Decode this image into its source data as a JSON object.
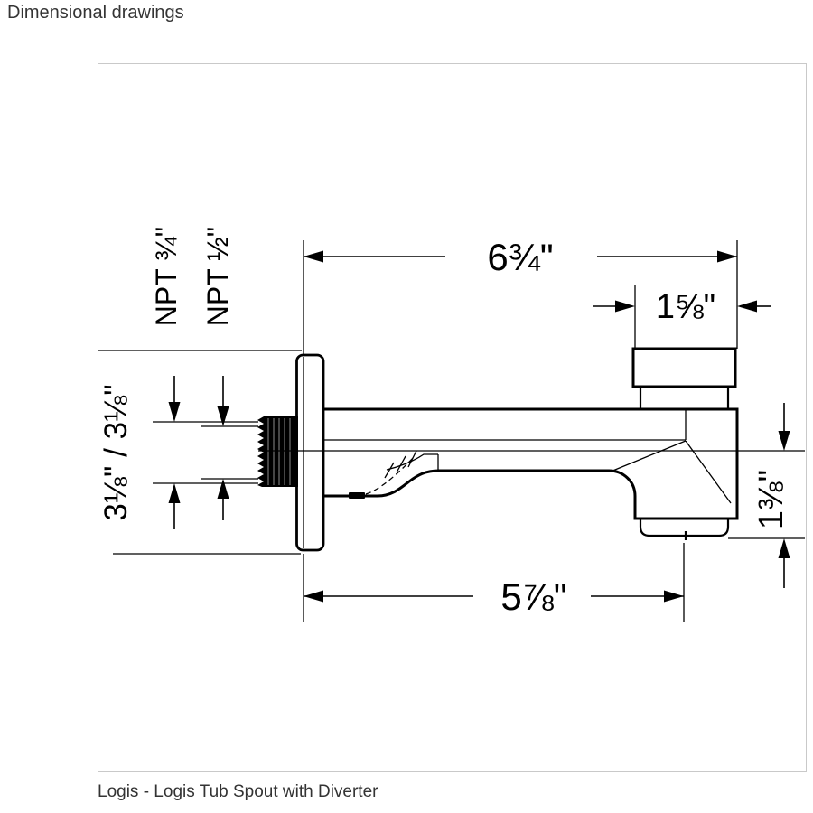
{
  "page": {
    "title": "Dimensional drawings",
    "caption": "Logis - Logis Tub Spout with Diverter"
  },
  "drawing": {
    "line_color": "#000000",
    "border_color": "#c9c9c9",
    "labels": {
      "overall_depth": "6¾\"",
      "diverter_width": "1⅝\"",
      "spout_length": "5⅞\"",
      "outlet_drop": "1⅜\"",
      "wall_depths": "3⅛\" / 3⅛\"",
      "npt_large": "NPT ¾\"",
      "npt_small": "NPT ½\""
    }
  }
}
